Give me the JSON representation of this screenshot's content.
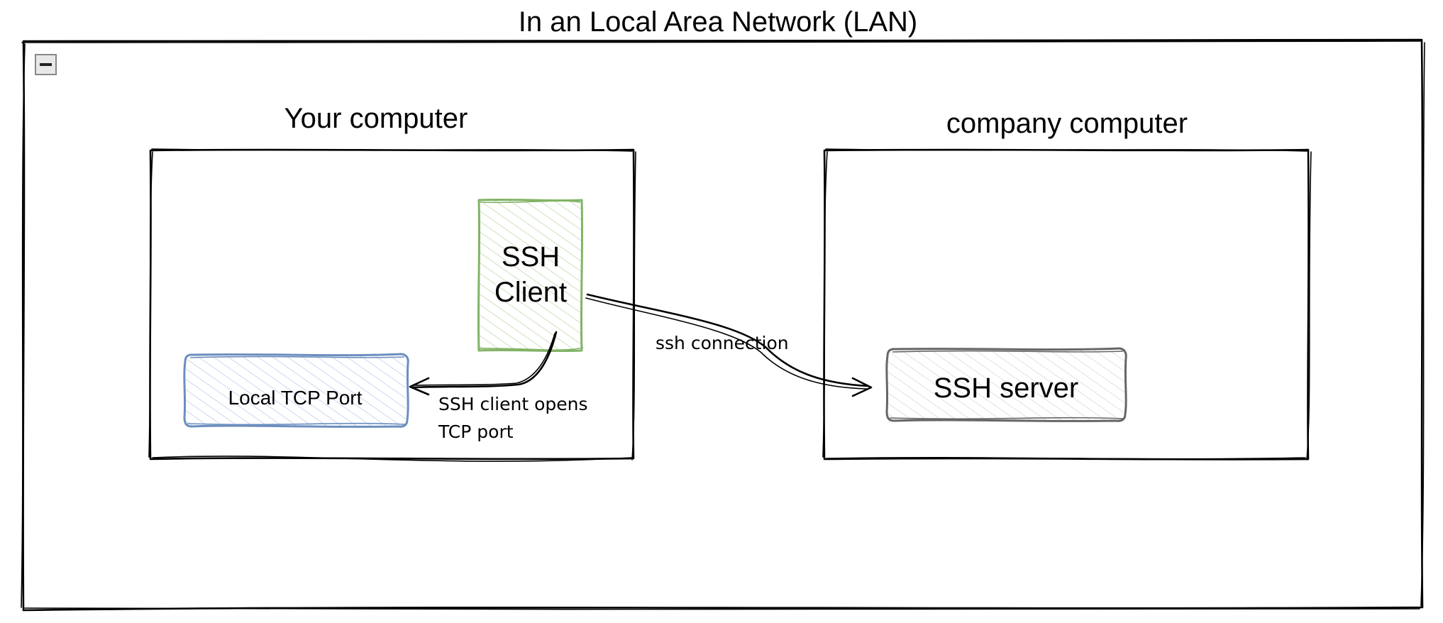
{
  "diagram": {
    "title": "In an Local Area Network (LAN)",
    "your_computer": {
      "label": "Your computer",
      "ssh_client": {
        "line1": "SSH",
        "line2": "Client"
      },
      "local_tcp_port": "Local TCP Port"
    },
    "company_computer": {
      "label": "company computer",
      "ssh_server": "SSH server"
    },
    "edges": {
      "ssh_connection": "ssh connection",
      "opens_port_line1": "SSH client opens",
      "opens_port_line2": "TCP port"
    },
    "colors": {
      "client_stroke": "#82b366",
      "client_hatch": "#b7d3a5",
      "port_stroke": "#6c8ebf",
      "port_hatch": "#b4c8e6",
      "server_stroke": "#666666",
      "server_hatch": "#cccccc"
    },
    "icons": {
      "collapse": "minus-icon"
    }
  }
}
